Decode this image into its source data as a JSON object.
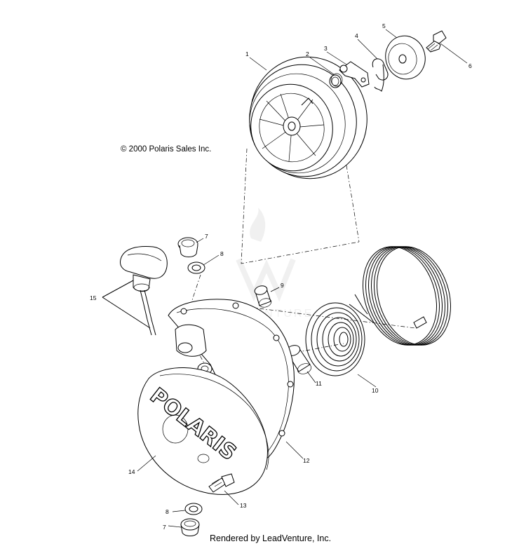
{
  "copyright": "© 2000 Polaris Sales Inc.",
  "footer": "Rendered by LeadVenture, Inc.",
  "brand_logo": "POLARIS",
  "watermark_text": "LEADVENTURE",
  "callouts": {
    "pulley": "1",
    "spring_small": "2",
    "pawl": "3",
    "clip": "4",
    "plate": "5",
    "bolt_top": "6",
    "plug_top": "7",
    "washer_top": "8",
    "bushing_top": "9",
    "recoil_spring": "10",
    "bushing_lower": "11",
    "housing": "12",
    "bolt_bottom": "13",
    "cover": "14",
    "handle": "15",
    "washer_bottom": "8",
    "plug_bottom": "7"
  }
}
